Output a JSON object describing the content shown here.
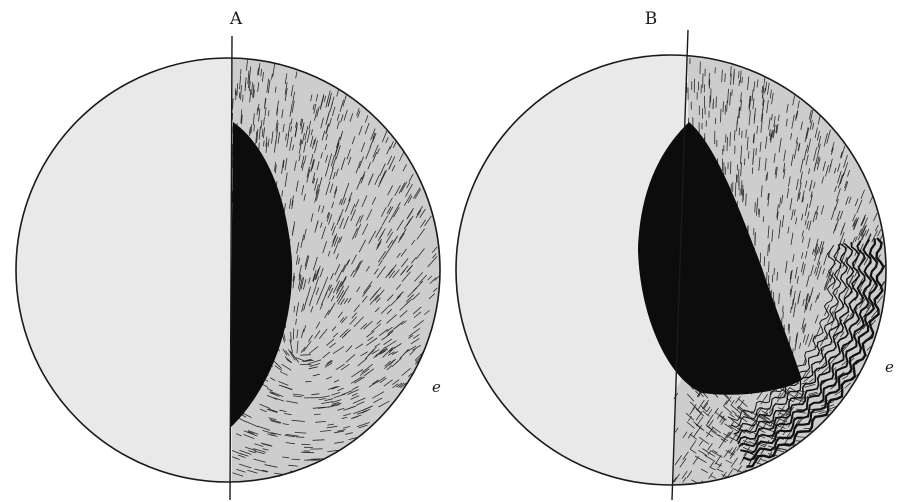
{
  "figure": {
    "panels": [
      {
        "label": "A",
        "edge_label": "e"
      },
      {
        "label": "B",
        "edge_label": "e"
      }
    ]
  }
}
